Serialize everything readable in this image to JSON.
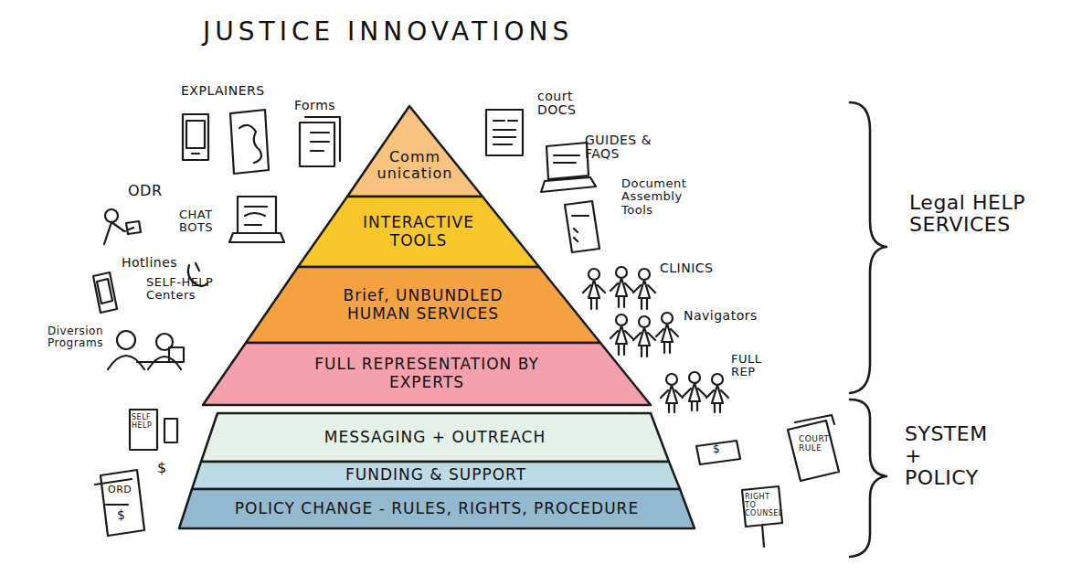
{
  "diagram": {
    "title": "JUSTICE INNOVATIONS",
    "nodes": [
      {
        "text": [
          "Comm unication"
        ]
      },
      {
        "text": [
          "INTERACTIVE TOOLS"
        ]
      },
      {
        "text": [
          "Brief, UNBUNDLED HUMAN SERVICES"
        ]
      },
      {
        "text": [
          "FULL REPRESENTATION BY EXPERTS"
        ]
      },
      {
        "text": [
          "MESSAGING + OUTREACH"
        ]
      },
      {
        "text": [
          "FUNDING & SUPPORT"
        ]
      },
      {
        "text": [
          "POLICY CHANGE - RULES, RIGHTS, PROCEDURE"
        ]
      }
    ],
    "labels": [
      "EXPLAINERS",
      "Forms",
      "court DOCS",
      "GUIDES & FAQS",
      "Document Assembly Tools",
      "ODR",
      "CHAT BOTS",
      "Hotlines",
      "SELF-HELP Centers",
      "Diversion Programs",
      "CLINICS",
      "Navigators",
      "FULL REP",
      "Legal HELP SERVICES",
      "SYSTEM + POLICY",
      "SELF HELP",
      "ORD",
      "$",
      "$",
      "$",
      "COURT RULE",
      "RIGHT TO COUNSEL"
    ]
  }
}
